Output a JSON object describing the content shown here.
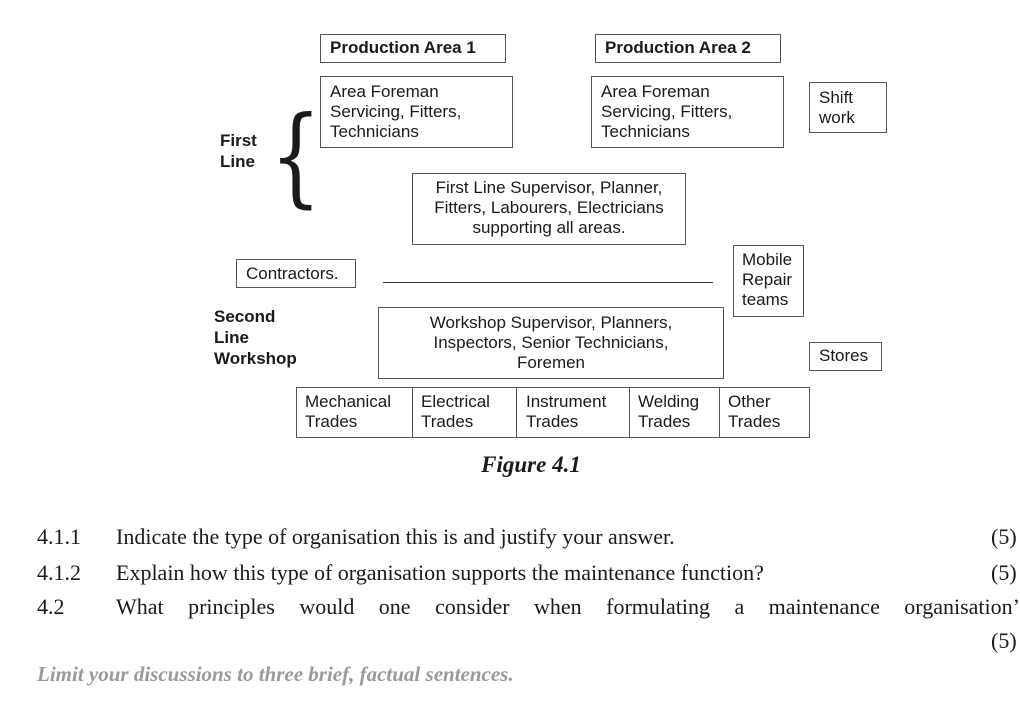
{
  "diagram": {
    "production_area_1": "Production Area 1",
    "production_area_2": "Production Area 2",
    "area_foreman_1": "Area Foreman\nServicing, Fitters,\nTechnicians",
    "area_foreman_2": "Area Foreman\nServicing, Fitters,\nTechnicians",
    "shift_work": "Shift\nwork",
    "first_line_label": "First\nLine",
    "first_line_supervisor": "First Line Supervisor, Planner,\nFitters, Labourers, Electricians\nsupporting all areas.",
    "contractors": "Contractors.",
    "mobile_repair": "Mobile\nRepair\nteams",
    "second_line_label": "Second\nLine\nWorkshop",
    "workshop_supervisor": "Workshop Supervisor, Planners,\nInspectors, Senior Technicians,\nForemen",
    "stores": "Stores",
    "trades": [
      "Mechanical\nTrades",
      "Electrical\nTrades",
      "Instrument\nTrades",
      "Welding\nTrades",
      "Other\nTrades"
    ]
  },
  "caption": "Figure 4.1",
  "questions": [
    {
      "number": "4.1.1",
      "text": "Indicate the type of organisation this is and justify your answer.",
      "mark": "(5)"
    },
    {
      "number": "4.1.2",
      "text": "Explain how this type of organisation supports the maintenance function?",
      "mark": "(5)"
    },
    {
      "number": "4.2",
      "text": "What principles would one consider when formulating a maintenance organisation’",
      "mark": "(5)"
    }
  ],
  "note": "Limit your discussions to three brief, factual sentences."
}
